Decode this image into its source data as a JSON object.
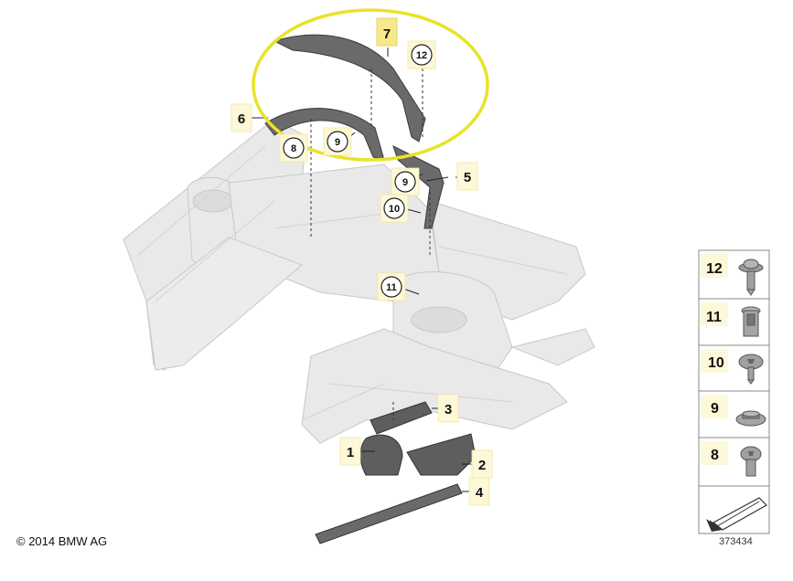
{
  "callouts": {
    "c7": "7",
    "c12": "12",
    "c6": "6",
    "c8": "8",
    "c9a": "9",
    "c9b": "9",
    "c5": "5",
    "c10": "10",
    "c11": "11",
    "c3": "3",
    "c1": "1",
    "c2": "2",
    "c4": "4"
  },
  "legend": {
    "items": [
      "12",
      "11",
      "10",
      "9",
      "8"
    ]
  },
  "footer": {
    "copyright": "© 2014 BMW AG",
    "diagram_id": "373434"
  },
  "colors": {
    "highlight_ellipse": "#e8e32a",
    "callout_box": "#f7e98a",
    "body_shell": "#e6e6e6",
    "parts": "#4a4a4a"
  }
}
